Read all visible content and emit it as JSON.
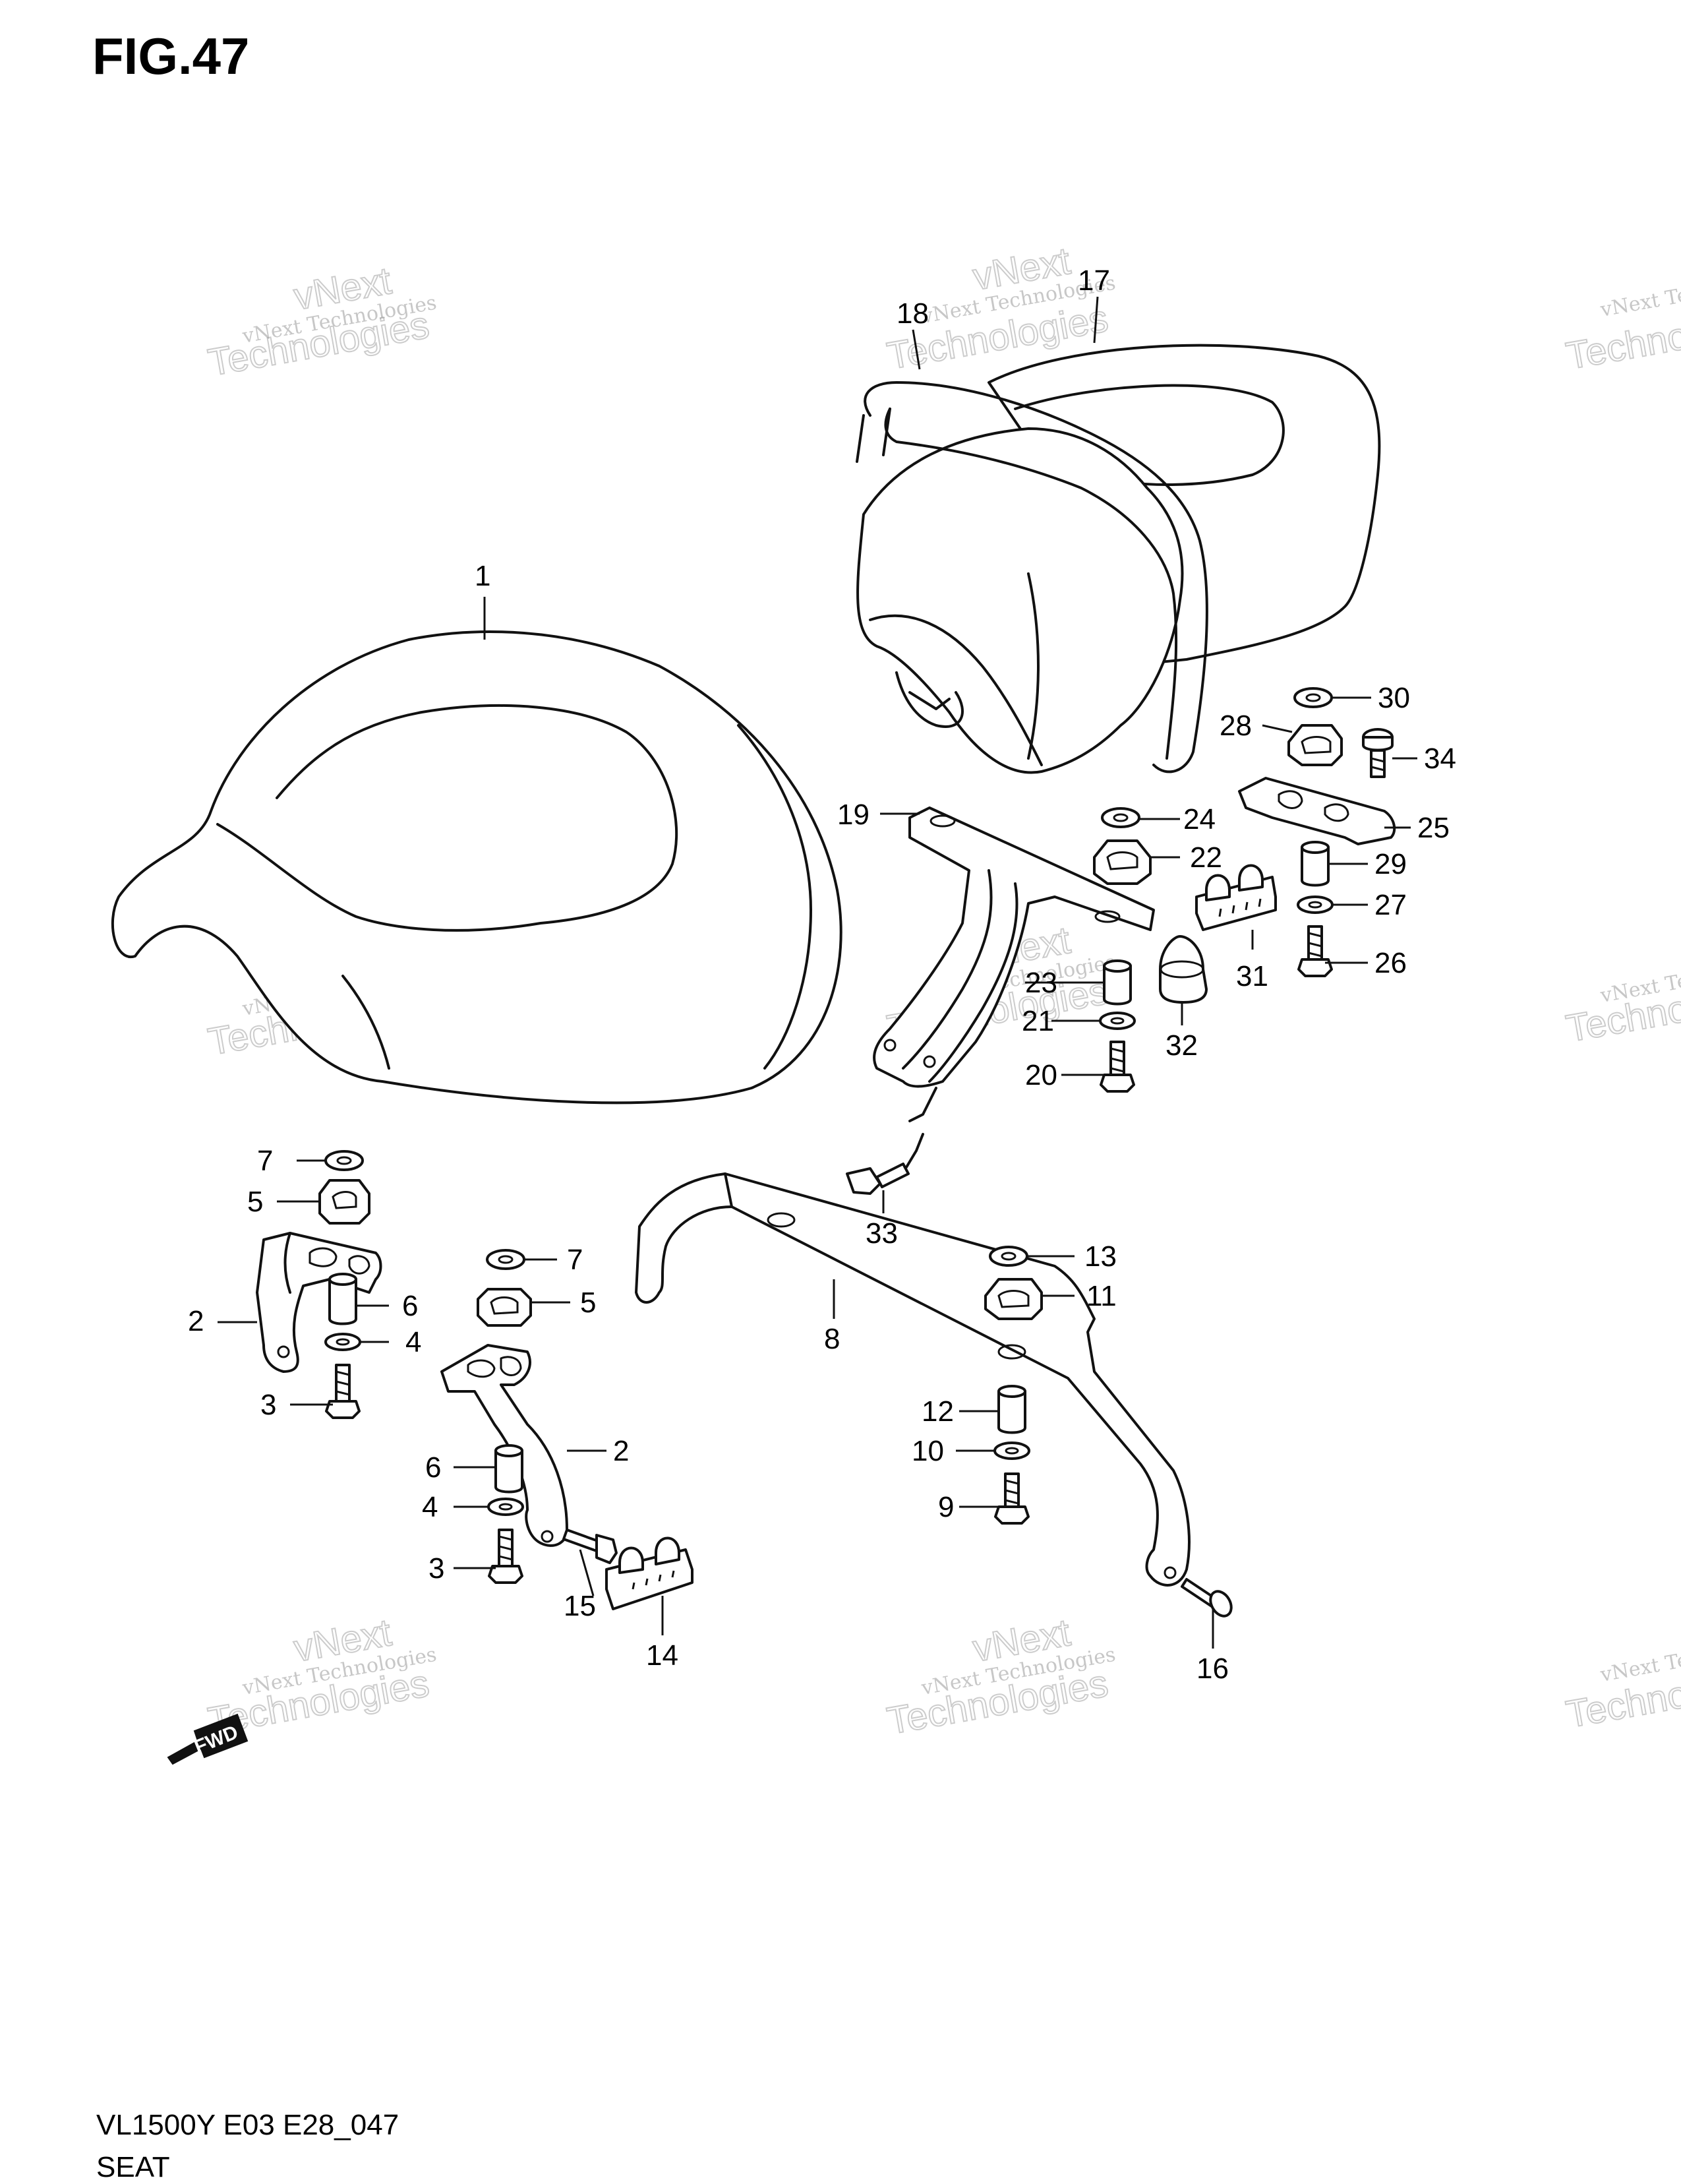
{
  "figure": {
    "title": "FIG.47"
  },
  "footer": {
    "code": "VL1500Y E03 E28_047",
    "name": "SEAT"
  },
  "watermark": {
    "line1": "vNext Technologies",
    "line2": "vNext",
    "line3": "Technologies"
  },
  "fwd_label": "FWD",
  "callouts": [
    "1",
    "2",
    "2",
    "3",
    "3",
    "4",
    "4",
    "5",
    "5",
    "6",
    "6",
    "7",
    "7",
    "8",
    "9",
    "10",
    "11",
    "12",
    "13",
    "14",
    "15",
    "16",
    "17",
    "18",
    "19",
    "20",
    "21",
    "22",
    "23",
    "24",
    "25",
    "26",
    "27",
    "28",
    "29",
    "30",
    "31",
    "32",
    "33",
    "34"
  ]
}
